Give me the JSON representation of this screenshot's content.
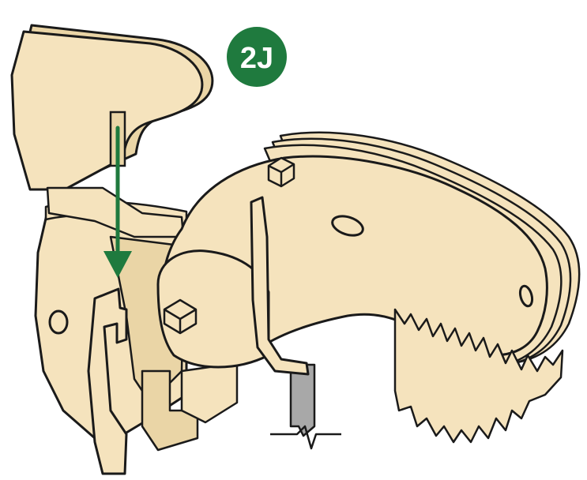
{
  "step_badge": {
    "label": "2J",
    "color": "#1f7a3e",
    "text_color": "#ffffff"
  },
  "colors": {
    "wood": "#f5e3bd",
    "wood_shadow": "#ead5a6",
    "outline": "#1a1a1a",
    "arrow": "#1f7a3e",
    "stand": "#a8a8a8"
  },
  "parts": {
    "top_piece": "neck-support-piece",
    "head": "t-rex-head",
    "body_frame": "body-frame",
    "stand": "display-stand"
  },
  "arrow": {
    "direction": "down",
    "meaning": "insert-slot"
  }
}
